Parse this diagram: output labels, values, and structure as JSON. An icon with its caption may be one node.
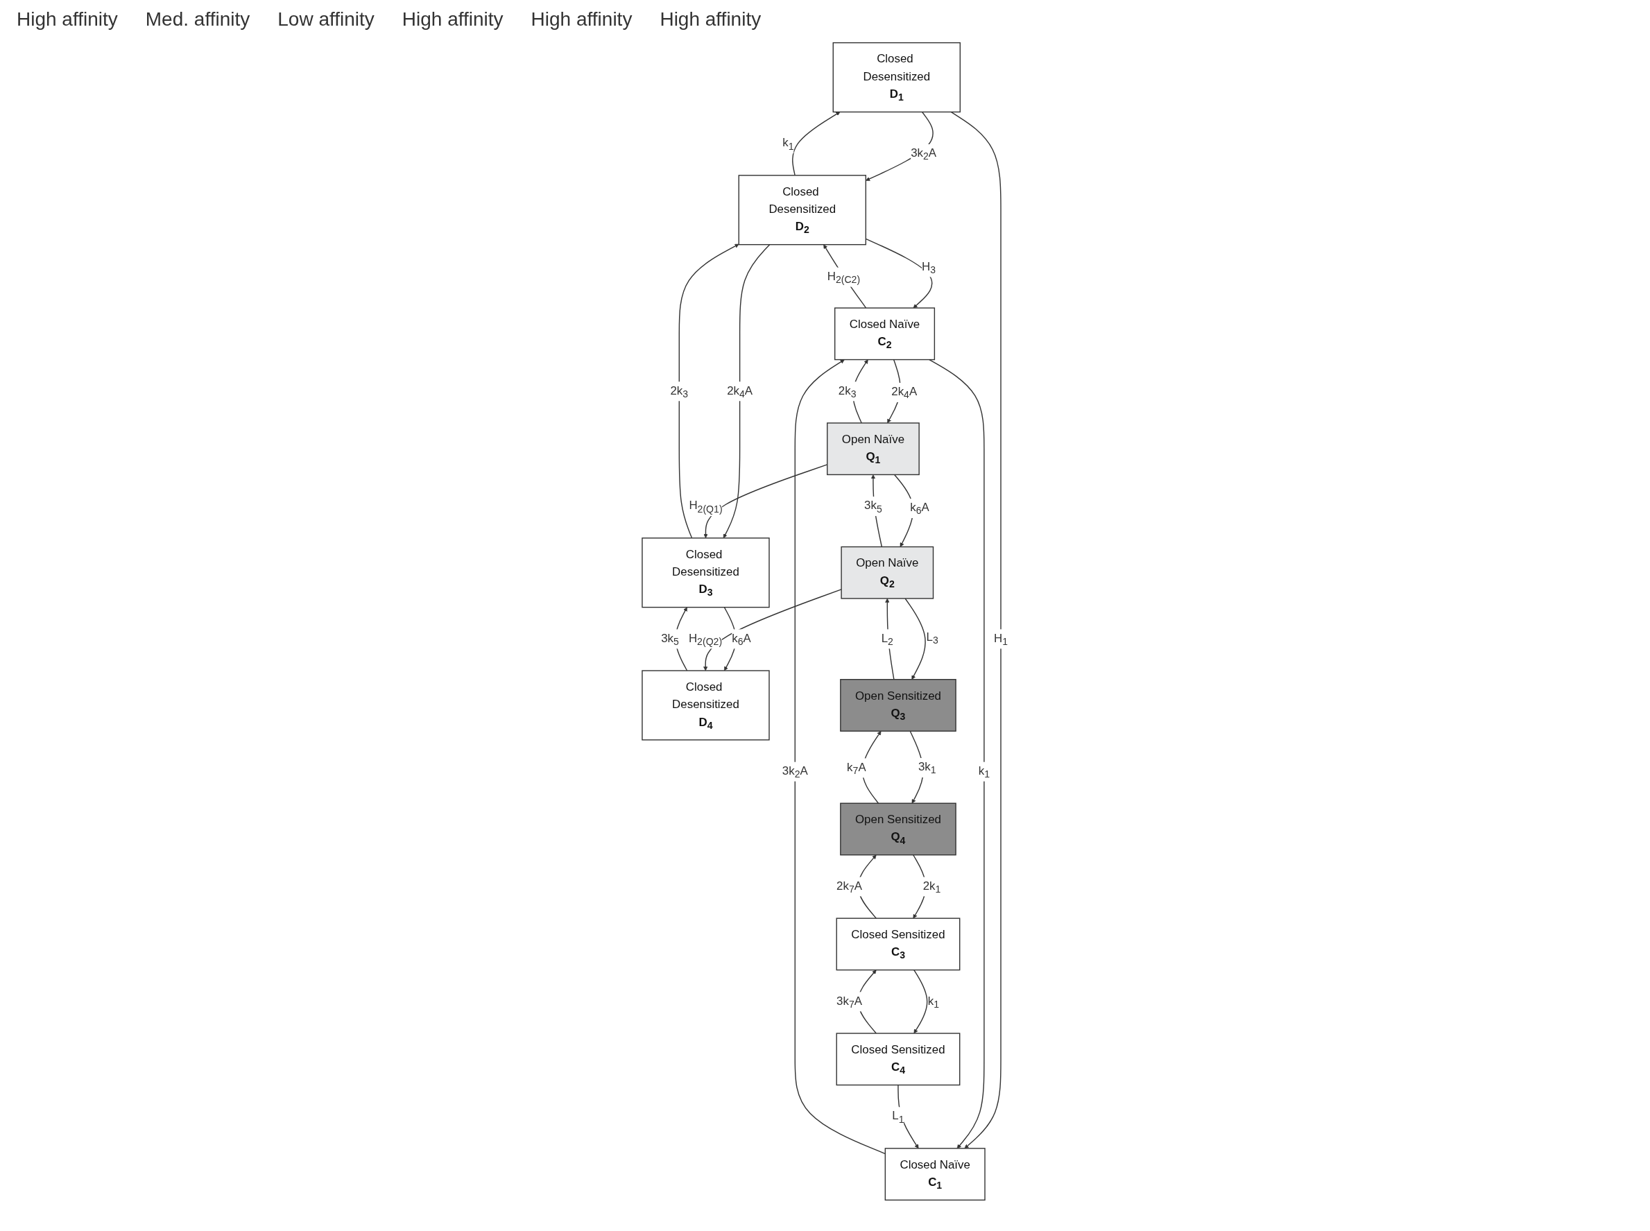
{
  "diagram": {
    "nodes": [
      {
        "text": [
          "Closed Desensitized",
          "D$_{1}$"
        ]
      },
      {
        "text": [
          "Closed Desensitized",
          "D$_{2}$"
        ]
      },
      {
        "text": [
          "Closed Desensitized",
          "D$_{3}$"
        ]
      },
      {
        "text": [
          "Closed Desensitized",
          "D$_{4}$"
        ]
      },
      {
        "text": [
          "Closed Naïve",
          "C$_{1}$"
        ]
      },
      {
        "text": [
          "Closed Naïve",
          "C$_{2}$"
        ]
      },
      {
        "text": [
          "Open Naïve",
          "Q$_{1}$"
        ]
      },
      {
        "text": [
          "Open Naïve",
          "Q$_{2}$"
        ]
      },
      {
        "text": [
          "Closed Sensitized",
          "C$_{4}$"
        ]
      },
      {
        "text": [
          "Closed Sensitized",
          "C$_{3}$"
        ]
      },
      {
        "text": [
          "Open Sensitized",
          "Q$_{4}$"
        ]
      },
      {
        "text": [
          "Open Sensitized",
          "Q$_{3}$"
        ]
      }
    ],
    "edges": [
      {
        "from": 0,
        "to": 1,
        "arrow": "to",
        "label": "3k$_{2}$A"
      },
      {
        "from": 1,
        "to": 0,
        "arrow": "to",
        "label": "k$_{1}$"
      },
      {
        "from": 1,
        "to": 2,
        "arrow": "to",
        "label": "2k$_{4}$A"
      },
      {
        "from": 2,
        "to": 1,
        "arrow": "to",
        "label": "2k$_{3}$"
      },
      {
        "from": 2,
        "to": 3,
        "arrow": "to",
        "label": "k$_{6}$A"
      },
      {
        "from": 3,
        "to": 2,
        "arrow": "to",
        "label": "3k$_{5}$"
      },
      {
        "from": 0,
        "to": 4,
        "arrow": "to",
        "label": "H$_{1}$"
      },
      {
        "from": 1,
        "to": 5,
        "arrow": "to",
        "label": "H$_{3}$"
      },
      {
        "from": 5,
        "to": 1,
        "arrow": "to",
        "label": "H$_{2(C2)}$"
      },
      {
        "from": 6,
        "to": 2,
        "arrow": "to",
        "label": "H$_{2(Q1)}$"
      },
      {
        "from": 7,
        "to": 3,
        "arrow": "to",
        "label": "H$_{2(Q2)}$"
      },
      {
        "from": 4,
        "to": 5,
        "arrow": "to",
        "label": "3k$_{2}$A"
      },
      {
        "from": 5,
        "to": 4,
        "arrow": "to",
        "label": "k$_{1}$"
      },
      {
        "from": 5,
        "to": 6,
        "arrow": "to",
        "label": "2k$_{4}$A"
      },
      {
        "from": 6,
        "to": 5,
        "arrow": "to",
        "label": "2k$_{3}$"
      },
      {
        "from": 6,
        "to": 7,
        "arrow": "to",
        "label": "k$_{6}$A"
      },
      {
        "from": 7,
        "to": 6,
        "arrow": "to",
        "label": "3k$_{5}$"
      },
      {
        "from": 8,
        "to": 4,
        "arrow": "to",
        "label": "L$_{1}$"
      },
      {
        "from": 7,
        "to": 11,
        "arrow": "to",
        "label": "L$_{3}$"
      },
      {
        "from": 11,
        "to": 7,
        "arrow": "to",
        "label": "L$_{2}$"
      },
      {
        "from": 8,
        "to": 9,
        "arrow": "to",
        "label": "3k$_{7}$A"
      },
      {
        "from": 9,
        "to": 8,
        "arrow": "to",
        "label": "k$_{1}$"
      },
      {
        "from": 9,
        "to": 10,
        "arrow": "to",
        "label": "2k$_{7}$A"
      },
      {
        "from": 10,
        "to": 9,
        "arrow": "to",
        "label": "2k$_{1}$"
      },
      {
        "from": 10,
        "to": 11,
        "arrow": "to",
        "label": "k$_{7}$A"
      },
      {
        "from": 11,
        "to": 10,
        "arrow": "to",
        "label": "3k$_{1}$"
      }
    ],
    "labels": [
      "High affinity",
      "Med. affinity",
      "Low affinity",
      "High affinity",
      "High affinity",
      "High affinity"
    ]
  }
}
